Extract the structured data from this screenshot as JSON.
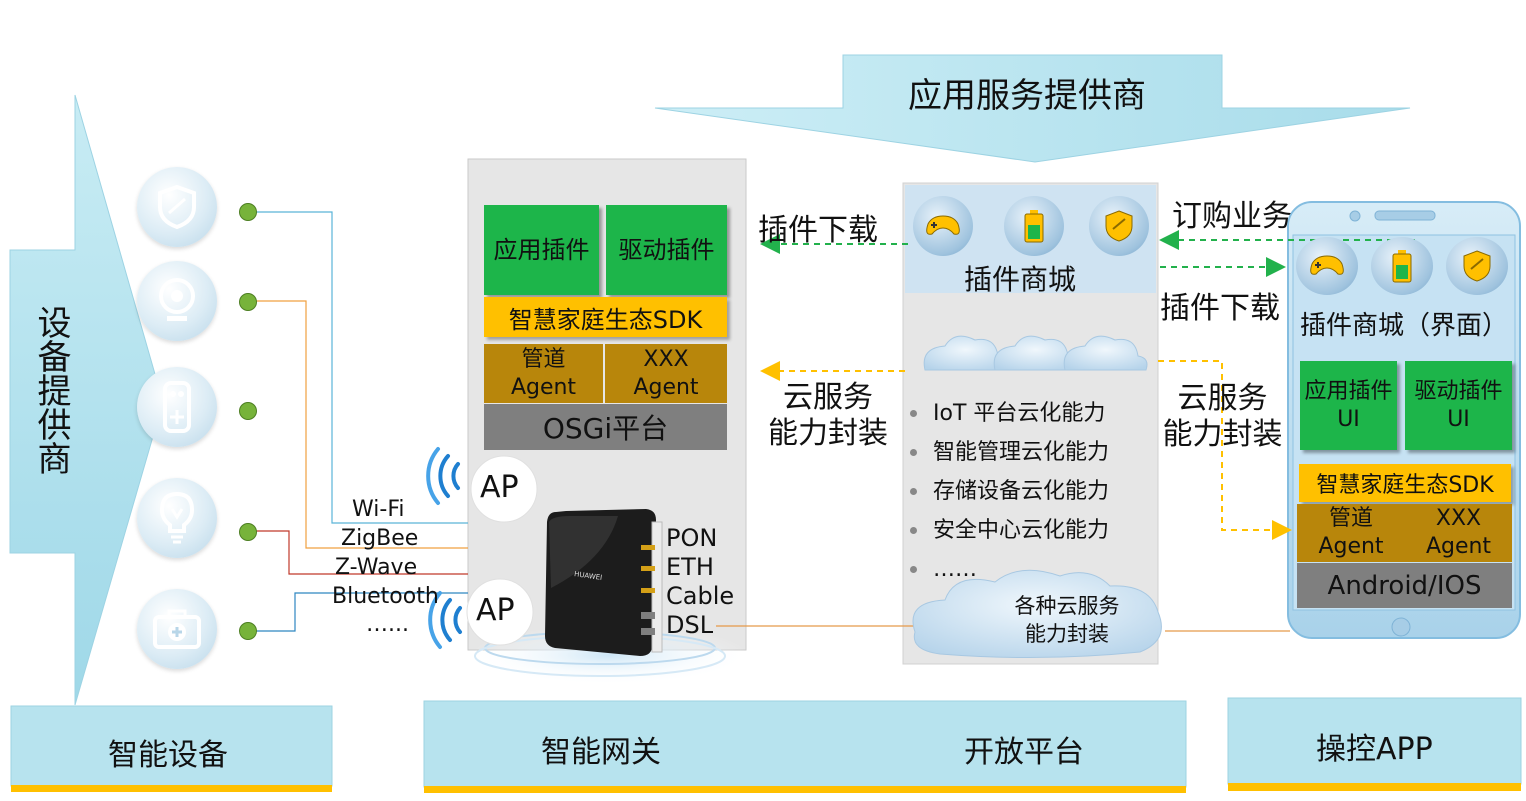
{
  "top_provider": "应用服务提供商",
  "left_provider": "设备提供商",
  "bottom_labels": {
    "devices": "智能设备",
    "gateway": "智能网关",
    "platform": "开放平台",
    "app": "操控APP"
  },
  "gateway": {
    "app_plugin": "应用插件",
    "driver_plugin": "驱动插件",
    "sdk": "智慧家庭生态SDK",
    "pipe_agent": "管道\nAgent",
    "xxx_agent": "XXX\nAgent",
    "osgi": "OSGi平台",
    "ap_top": "AP",
    "ap_bottom": "AP",
    "router_brand": "HUAWEI",
    "ports": [
      "PON",
      "ETH",
      "Cable",
      "DSL"
    ]
  },
  "protocols": [
    "Wi-Fi",
    "ZigBee",
    "Z-Wave",
    "Bluetooth",
    "…..."
  ],
  "device_icons": [
    "shield-icon",
    "camera-icon",
    "remote-icon",
    "bulb-icon",
    "medkit-icon"
  ],
  "platform": {
    "store_title": "插件商城",
    "store_icons": [
      "gamepad-icon",
      "battery-icon",
      "shield-icon"
    ],
    "capabilities": [
      "IoT 平台云化能力",
      "智能管理云化能力",
      "存储设备云化能力",
      "安全中心云化能力",
      "……"
    ],
    "cloud_services": "各种云服务\n能力封装"
  },
  "arrows": {
    "plugin_download_left": "插件下载",
    "cloud_service_left": "云服务\n能力封装",
    "order_service": "订购业务",
    "plugin_download_right": "插件下载",
    "cloud_service_right": "云服务\n能力封装"
  },
  "app": {
    "store_title": "插件商城（界面）",
    "store_icons": [
      "gamepad-icon",
      "battery-icon",
      "shield-icon"
    ],
    "app_plugin_ui": "应用插件\nUI",
    "driver_plugin_ui": "驱动插件\nUI",
    "sdk": "智慧家庭生态SDK",
    "pipe_agent": "管道\nAgent",
    "xxx_agent": "XXX\nAgent",
    "os": "Android/IOS"
  },
  "colors": {
    "plugin_green": "#1db54a",
    "sdk_yellow": "#ffc000",
    "agent_brown": "#b8860b",
    "platform_gray": "#7f7f7f",
    "banner_teal": "#b7e3ee",
    "banner_underline": "#ffc000",
    "dash_green": "#22b14c",
    "dash_orange": "#ffc000"
  }
}
